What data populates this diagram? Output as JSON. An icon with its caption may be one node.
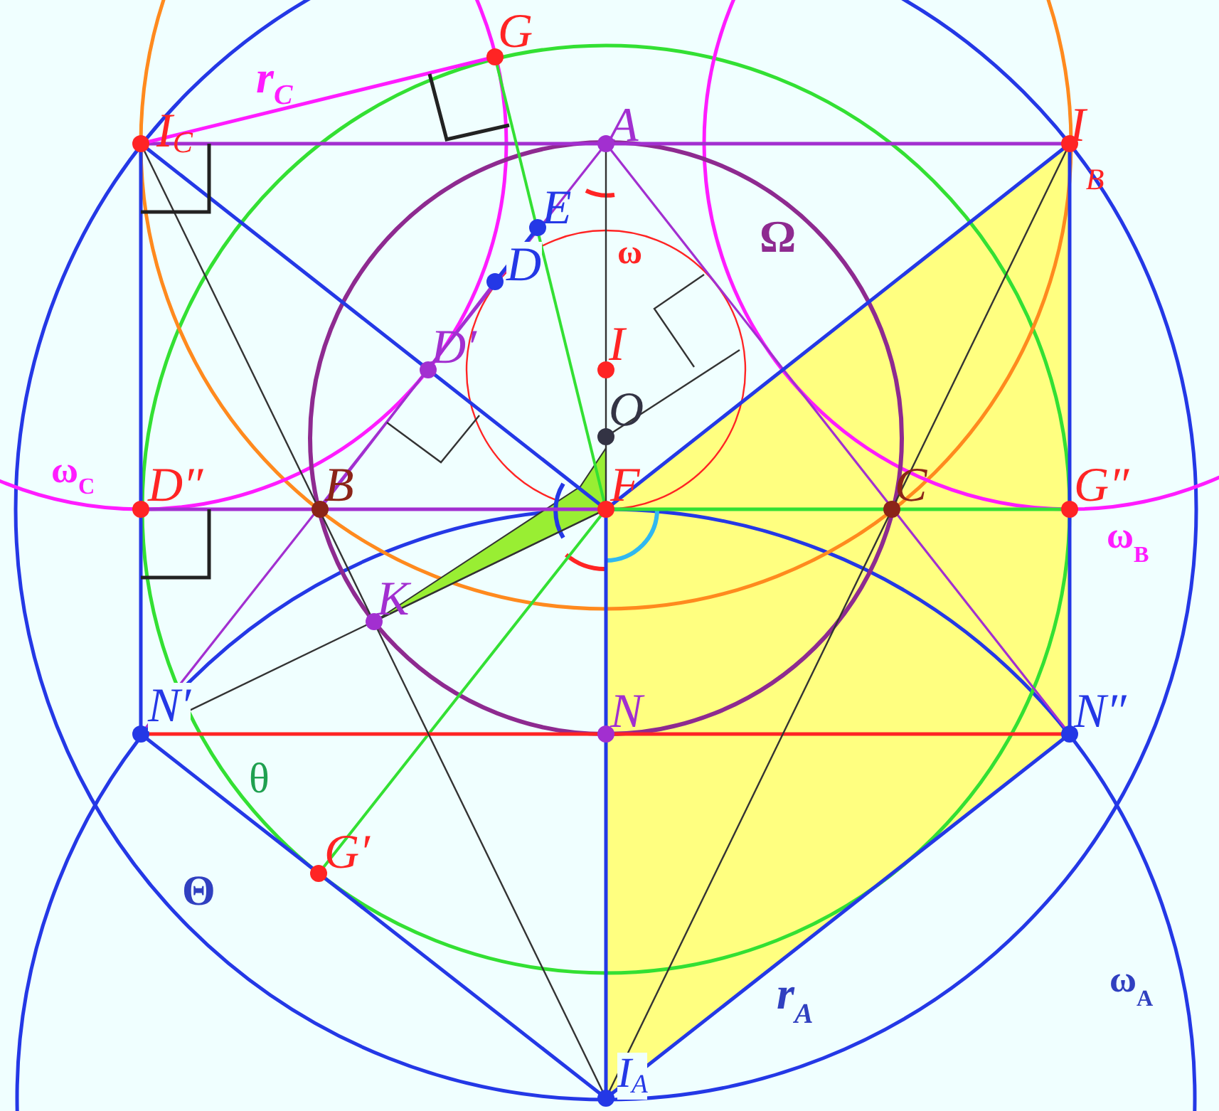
{
  "diagram": {
    "labels": [
      "G",
      "r$_{C}$",
      "I$_{C}$",
      "A",
      "I$_{B}$",
      "E",
      "D",
      "ω",
      "Ω",
      "D′",
      "I",
      "O",
      "ω$_{C}$",
      "D″",
      "B",
      "F",
      "C",
      "G″",
      "ω$_{B}$",
      "K",
      "N′",
      "N",
      "N″",
      "θ",
      "G′",
      "Θ",
      "r$_{A}$",
      "ω$_{A}$",
      "I$_{A}$"
    ]
  }
}
